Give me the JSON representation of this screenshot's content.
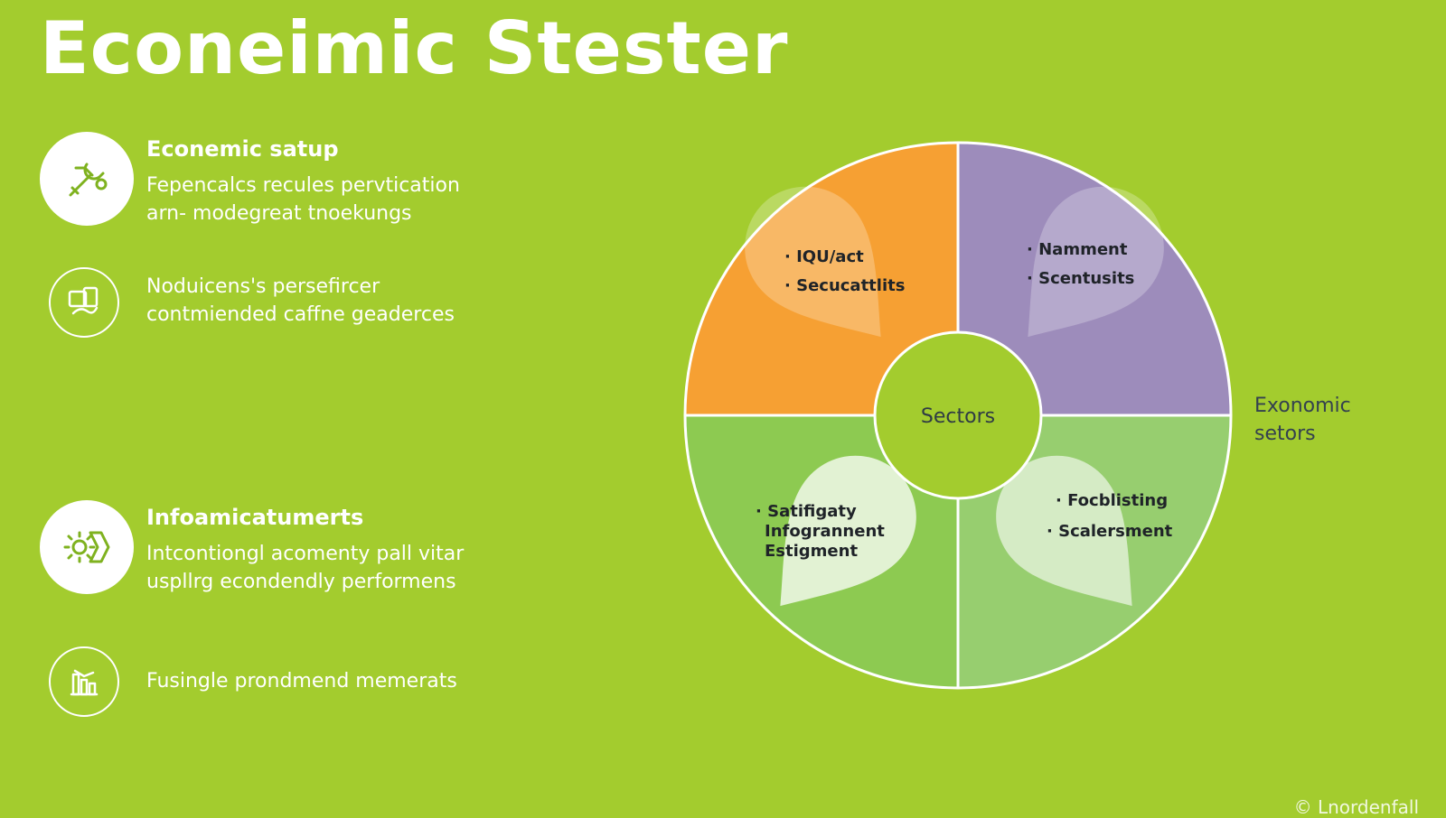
{
  "title": "Econeimic Stester",
  "items": [
    {
      "heading": "Econemic satup",
      "body": [
        "Fepencalcs recules pervtication",
        "arn- modegreat tnoekungs"
      ],
      "icon": "tools-icon"
    },
    {
      "heading": "",
      "body": [
        "Noduicens's persefircer",
        "contmiended caffne geaderces"
      ],
      "icon": "devices-icon"
    },
    {
      "heading": "Infoamicatumerts",
      "body": [
        "Intcontiongl acomenty pall vitar",
        "uspllrg econdendly performens"
      ],
      "icon": "gear-chevron-icon"
    },
    {
      "heading": "",
      "body": [
        "Fusingle prondmend memerats"
      ],
      "icon": "chart-bars-icon"
    }
  ],
  "diagram": {
    "center_label": "Sectors",
    "side_label": [
      "Exonomic",
      "setors"
    ],
    "colors": {
      "orange": "#f6a033",
      "purple": "#9d8cbb",
      "green_left": "#8dca51",
      "green_right": "#97ce6f",
      "center": "#a3cc2e",
      "outline": "#ffffff"
    },
    "quadrants": [
      {
        "name": "top-left",
        "color": "orange",
        "bullets": [
          "IQU/act",
          "Secucattlits"
        ]
      },
      {
        "name": "top-right",
        "color": "purple",
        "bullets": [
          "Namment",
          "Scentusits"
        ]
      },
      {
        "name": "bottom-left",
        "color": "green_left",
        "bullets": [
          "Satifigaty Infogrannent Estigment"
        ],
        "lines": [
          "Satifigaty",
          "Infogrannent",
          "Estigment"
        ]
      },
      {
        "name": "bottom-right",
        "color": "green_right",
        "bullets": [
          "Focblisting",
          "Scalersment"
        ]
      }
    ]
  },
  "footer": "© Lnordenfall"
}
